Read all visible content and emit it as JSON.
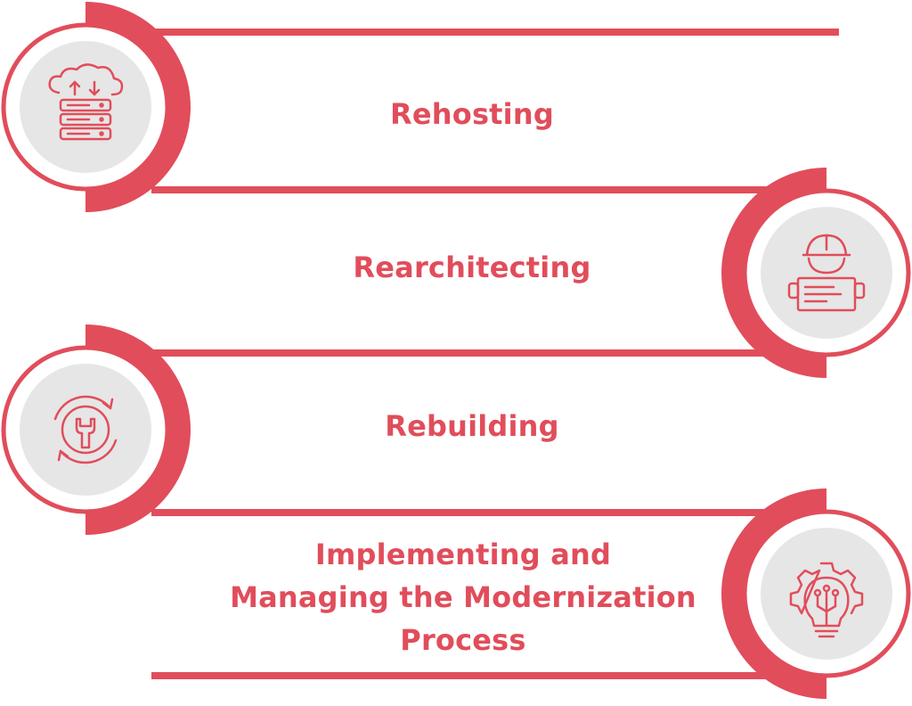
{
  "colors": {
    "accent": "#e14d5b",
    "icon_bg": "#e6e6e6",
    "background": "#ffffff"
  },
  "steps": [
    {
      "label": "Rehosting",
      "icon": "cloud-server-icon"
    },
    {
      "label": "Rearchitecting",
      "icon": "engineer-blueprint-icon"
    },
    {
      "label": "Rebuilding",
      "icon": "wrench-cycle-icon"
    },
    {
      "label_lines": [
        "Implementing and",
        "Managing the Modernization",
        "Process"
      ],
      "icon": "lightbulb-gear-icon"
    }
  ]
}
